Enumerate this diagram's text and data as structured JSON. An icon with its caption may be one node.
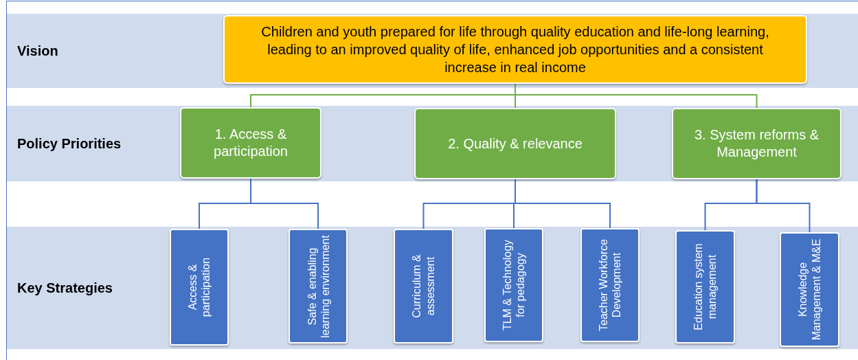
{
  "diagram": {
    "nodes": [
      {
        "text": [
          "Vision"
        ]
      },
      {
        "text": [
          "Policy Priorities"
        ]
      },
      {
        "text": [
          "Key Strategies"
        ]
      },
      {
        "text": [
          "Children and youth prepared for life through quality education and life-long learning, leading to an improved quality of life, enhanced job opportunities and a consistent increase in real income"
        ],
        "in": 0
      },
      {
        "text": [
          "1. Access & participation"
        ],
        "in": 1
      },
      {
        "text": [
          "2. Quality & relevance"
        ],
        "in": 1
      },
      {
        "text": [
          "3. System reforms & Management"
        ],
        "in": 1
      },
      {
        "text": [
          "Access & participation"
        ],
        "in": 2
      },
      {
        "text": [
          "Safe & enabling learning environment"
        ],
        "in": 2
      },
      {
        "text": [
          "Curriculum & assessment"
        ],
        "in": 2
      },
      {
        "text": [
          "TLM & Technology for pedagogy"
        ],
        "in": 2
      },
      {
        "text": [
          "Teacher Workforce Development"
        ],
        "in": 2
      },
      {
        "text": [
          "Education system management"
        ],
        "in": 2
      },
      {
        "text": [
          "Knowledge Management & M&E"
        ],
        "in": 2
      }
    ],
    "edges": [
      {
        "from": 3,
        "to": 4,
        "arrow": "none",
        "color": "#70ad47"
      },
      {
        "from": 3,
        "to": 5,
        "arrow": "none",
        "color": "#70ad47"
      },
      {
        "from": 3,
        "to": 6,
        "arrow": "none",
        "color": "#70ad47"
      },
      {
        "from": 4,
        "to": 7,
        "arrow": "none"
      },
      {
        "from": 4,
        "to": 8,
        "arrow": "none"
      },
      {
        "from": 5,
        "to": 9,
        "arrow": "none"
      },
      {
        "from": 5,
        "to": 10,
        "arrow": "none"
      },
      {
        "from": 5,
        "to": 11,
        "arrow": "none"
      },
      {
        "from": 6,
        "to": 12,
        "arrow": "none"
      },
      {
        "from": 6,
        "to": 13,
        "arrow": "none"
      }
    ]
  }
}
